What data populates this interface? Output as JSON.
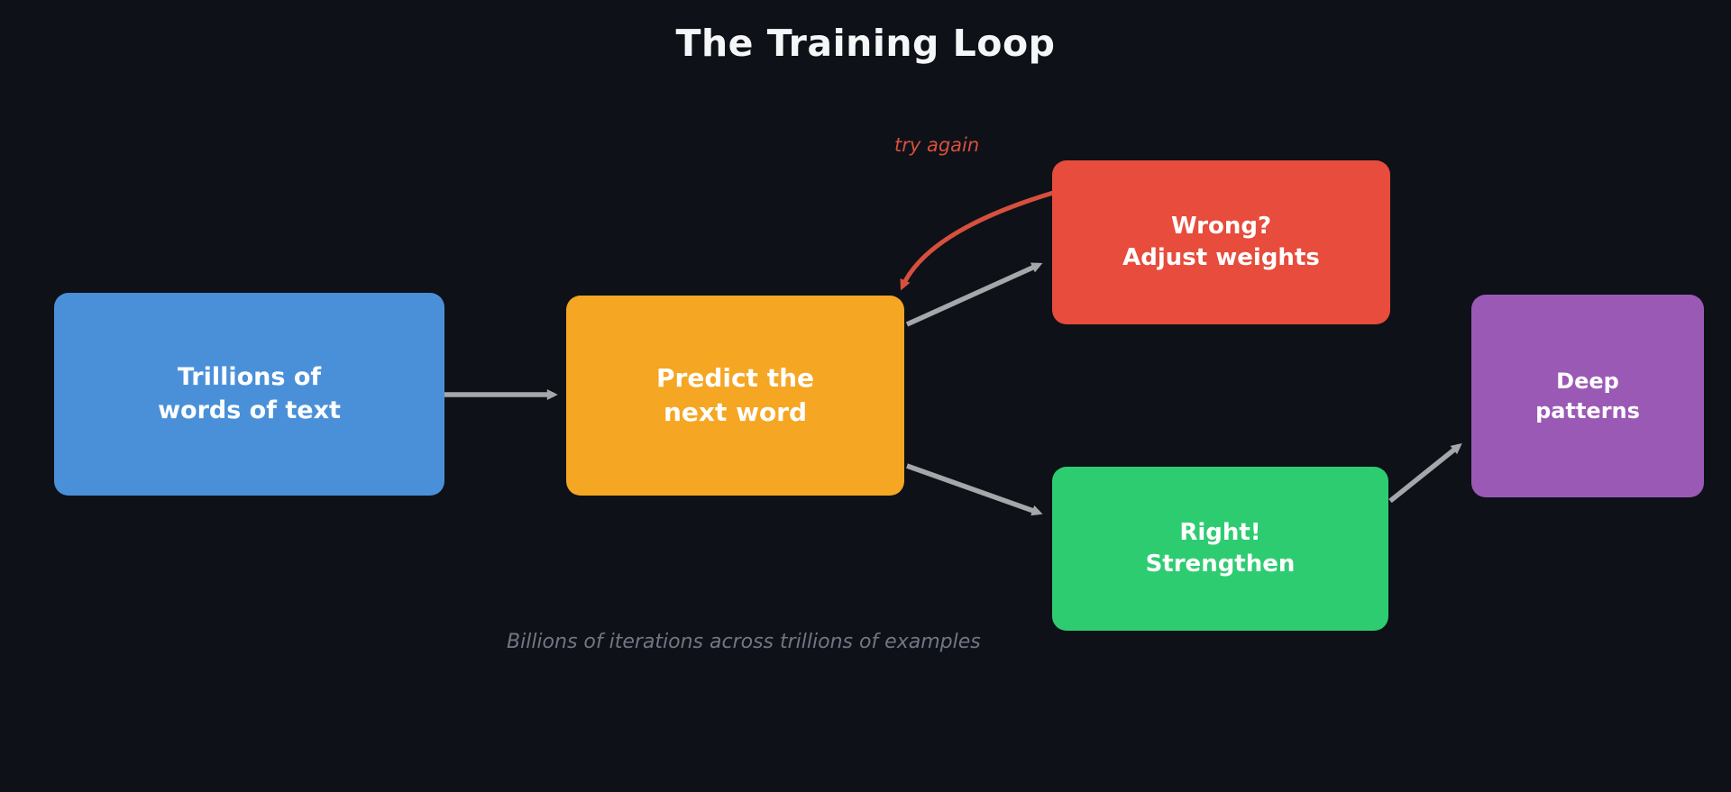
{
  "title": "The Training Loop",
  "caption": "Billions of iterations across trillions of examples",
  "background_color": "#0e1117",
  "nodes": {
    "input": {
      "label": "Trillions of\nwords of text",
      "color": "#4a90d9"
    },
    "predict": {
      "label": "Predict the\nnext word",
      "color": "#f5a623"
    },
    "wrong": {
      "label": "Wrong?\nAdjust weights",
      "color": "#e74c3c"
    },
    "right": {
      "label": "Right!\nStrengthen",
      "color": "#2ecc71"
    },
    "deep": {
      "label": "Deep\npatterns",
      "color": "#9b59b6"
    }
  },
  "edges": {
    "input_to_predict": {
      "from": "input",
      "to": "predict",
      "color": "#a5a7aa",
      "label": ""
    },
    "predict_to_wrong": {
      "from": "predict",
      "to": "wrong",
      "color": "#a5a7aa",
      "label": ""
    },
    "predict_to_right": {
      "from": "predict",
      "to": "right",
      "color": "#a5a7aa",
      "label": ""
    },
    "right_to_deep": {
      "from": "right",
      "to": "deep",
      "color": "#a5a7aa",
      "label": ""
    },
    "wrong_to_predict": {
      "from": "wrong",
      "to": "predict",
      "color": "#d6503e",
      "label": "try again"
    }
  }
}
